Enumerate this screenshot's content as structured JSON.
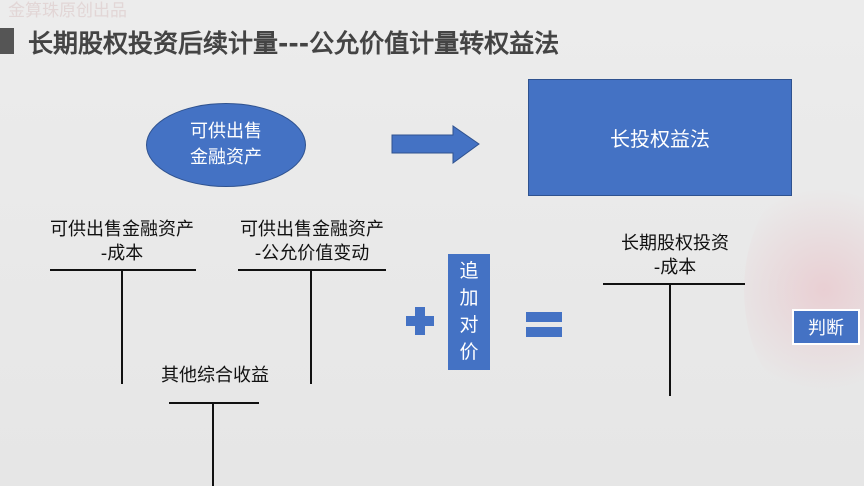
{
  "watermark": "金算珠原创出品",
  "title": "长期股权投资后续计量---公允价值计量转权益法",
  "oval": {
    "line1": "可供出售",
    "line2": "金融资产"
  },
  "target_box": "长投权益法",
  "t_accounts": [
    {
      "line1": "可供出售金融资产",
      "line2": "-成本"
    },
    {
      "line1": "可供出售金融资产",
      "line2": "-公允价值变动"
    },
    {
      "line1": "其他综合收益",
      "line2": ""
    },
    {
      "line1": "长期股权投资",
      "line2": "-成本"
    }
  ],
  "add_box": [
    "追",
    "加",
    "对",
    "价"
  ],
  "judge_button": "判断",
  "colors": {
    "accent": "#4472c4"
  }
}
